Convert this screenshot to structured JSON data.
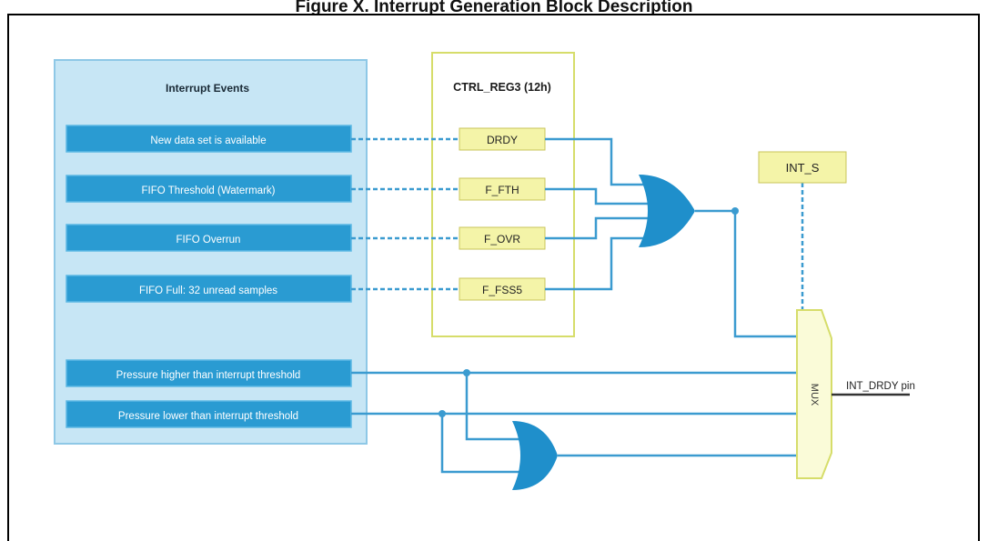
{
  "title": "Figure X. Interrupt Generation Block Description",
  "colors": {
    "panel_fill": "#c7e6f5",
    "panel_border": "#8ec8e6",
    "event_fill": "#2a9bd2",
    "event_border": "#5cb8e4",
    "register_border": "#d6dd6a",
    "register_fill": "#fafbd8",
    "bit_fill": "#f4f4a8",
    "bit_border": "#c9c45a",
    "wire": "#3b9bd0",
    "gate_fill": "#1f8fcb",
    "output_line": "#333333"
  },
  "interrupt_panel": {
    "title": "Interrupt Events",
    "events": [
      {
        "label": "New data set is available"
      },
      {
        "label": "FIFO Threshold (Watermark)"
      },
      {
        "label": "FIFO Overrun"
      },
      {
        "label": "FIFO Full: 32 unread samples"
      },
      {
        "label": "Pressure higher than interrupt threshold"
      },
      {
        "label": "Pressure lower than interrupt threshold"
      }
    ]
  },
  "register": {
    "title": "CTRL_REG3 (12h)",
    "bits": [
      {
        "label": "DRDY"
      },
      {
        "label": "F_FTH"
      },
      {
        "label": "F_OVR"
      },
      {
        "label": "F_FSS5"
      }
    ]
  },
  "int_s": {
    "label": "INT_S"
  },
  "mux": {
    "label": "MUX"
  },
  "output": {
    "label": "INT_DRDY pin"
  }
}
